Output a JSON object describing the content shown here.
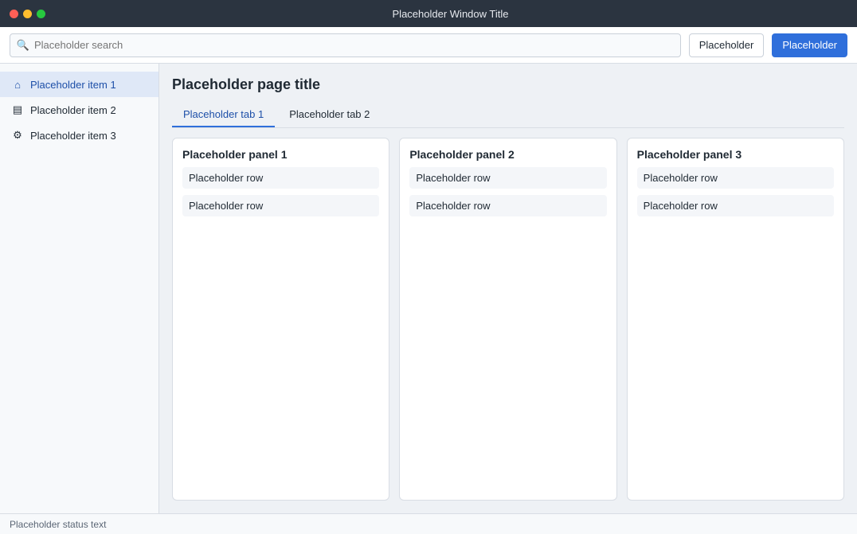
{
  "window": {
    "title": "Placeholder Window Title"
  },
  "toolbar": {
    "search_placeholder": "Placeholder search",
    "action_label": "Placeholder",
    "primary_label": "Placeholder"
  },
  "sidebar": {
    "items": [
      {
        "label": "Placeholder item 1",
        "icon": "home-icon"
      },
      {
        "label": "Placeholder item 2",
        "icon": "folder-icon"
      },
      {
        "label": "Placeholder item 3",
        "icon": "gear-icon"
      }
    ]
  },
  "main": {
    "title": "Placeholder page title",
    "tabs": [
      {
        "label": "Placeholder tab 1"
      },
      {
        "label": "Placeholder tab 2"
      }
    ],
    "panels": [
      {
        "title": "Placeholder panel 1",
        "items": [
          "Placeholder row",
          "Placeholder row"
        ]
      },
      {
        "title": "Placeholder panel 2",
        "items": [
          "Placeholder row",
          "Placeholder row"
        ]
      },
      {
        "title": "Placeholder panel 3",
        "items": [
          "Placeholder row",
          "Placeholder row"
        ]
      }
    ]
  },
  "status": {
    "text": "Placeholder status text"
  },
  "colors": {
    "accent": "#2f6fdb"
  }
}
